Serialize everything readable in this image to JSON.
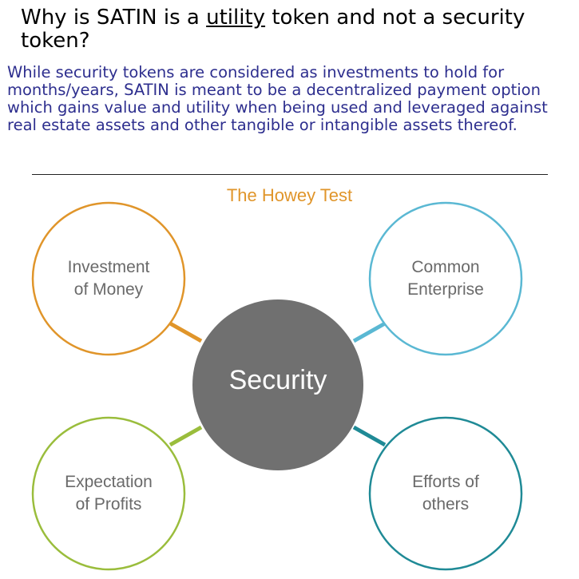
{
  "header": {
    "title_before": "Why is SATIN is a ",
    "title_emph": "utility",
    "title_after": " token and not a security token?",
    "description": "While security tokens are considered as investments to hold for months/years, SATIN is meant to be a decentralized payment option which gains value and utility when being used and leveraged against real estate assets and other tangible or intangible assets thereof."
  },
  "diagram": {
    "heading": "The Howey Test",
    "center": {
      "label": "Security",
      "color": "#707070"
    },
    "nodes": [
      {
        "label_line1": "Investment",
        "label_line2": "of Money",
        "color": "#e0952a"
      },
      {
        "label_line1": "Common",
        "label_line2": "Enterprise",
        "color": "#5ab8d3"
      },
      {
        "label_line1": "Expectation",
        "label_line2": "of Profits",
        "color": "#9abd3c"
      },
      {
        "label_line1": "Efforts of",
        "label_line2": "others",
        "color": "#1f8a96"
      }
    ]
  }
}
